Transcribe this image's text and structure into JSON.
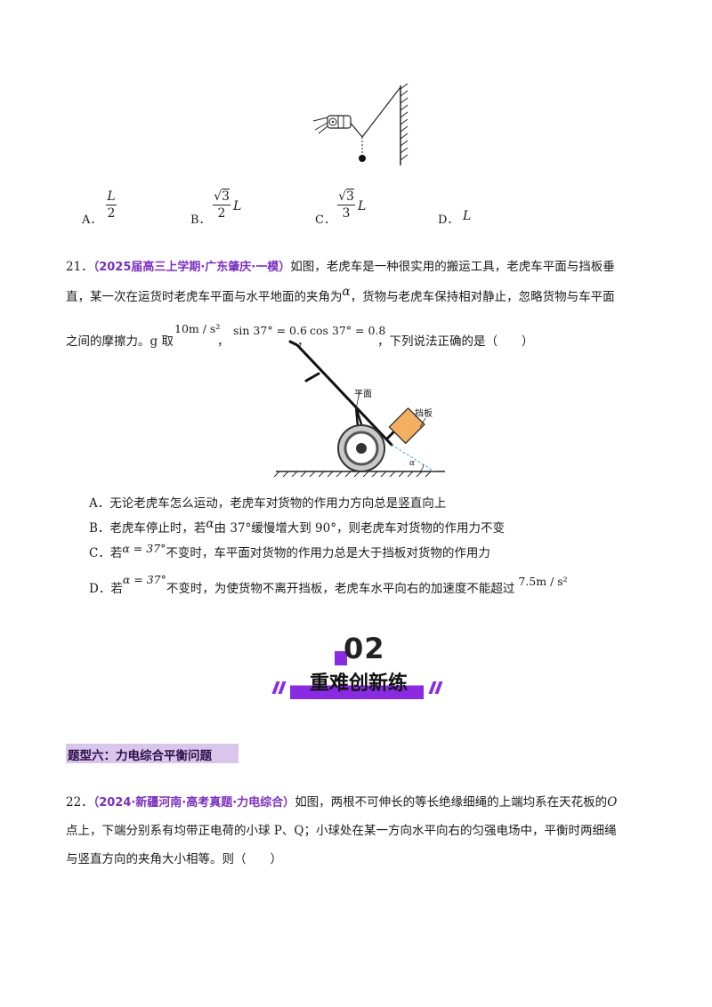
{
  "q20_options": [
    {
      "label": "A．",
      "num": "L",
      "den": "2",
      "tail": ""
    },
    {
      "label": "B．",
      "num": "3",
      "den": "2",
      "tail": "L"
    },
    {
      "label": "C．",
      "num": "3",
      "den": "3",
      "tail": "L"
    },
    {
      "label": "D．",
      "num": "",
      "den": "",
      "tail": "L"
    }
  ],
  "q21": {
    "number": "21．",
    "source": "（2025届高三上学期·广东肇庆·一模）",
    "line1": "如图，老虎车是一种很实用的搬运工具，老虎车平面与挡板垂",
    "line2a": "直，某一次在运货时老虎车平面与水平地面的夹角为",
    "alpha": "α",
    "line2b": "，货物与老虎车保持相对静止，忽略货物与车平面",
    "line3a": "之间的摩擦力。g 取",
    "g_value": "10m / s²",
    "sin": "sin 37° = 0.6",
    "cos": "cos 37° = 0.8",
    "line3b": "，下列说法正确的是（　　）",
    "figure_labels": {
      "plane": "平面",
      "board": "挡板",
      "angle": "α"
    },
    "choices": {
      "A": "A．无论老虎车怎么运动，老虎车对货物的作用力方向总是竖直向上",
      "B_pre": "B．老虎车停止时，若",
      "B_post": "由 37°缓慢增大到 90°，则老虎车对货物的作用力不变",
      "C_pre": "C．若",
      "C_math": "α = 37°",
      "C_post": "不变时，车平面对货物的作用力总是大于挡板对货物的作用力",
      "D_pre": "D．若",
      "D_math": "α = 37°",
      "D_post": "不变时，为使货物不离开挡板，老虎车水平向右的加速度不能超过",
      "D_value": "7.5m / s²"
    }
  },
  "section": {
    "number": "02",
    "title": "重难创新练"
  },
  "topic": "题型六：力电综合平衡问题",
  "q22": {
    "number": "22．",
    "source": "（2024·新疆河南·高考真题·力电综合）",
    "line1a": "如图，两根不可伸长的等长绝缘细绳的上端均系在天花板的",
    "O": "O",
    "line2": "点上，下端分别系有均带正电荷的小球 P、Q；小球处在某一方向水平向右的匀强电场中，平衡时两细绳",
    "line3": "与竖直方向的夹角大小相等。则（　　）"
  }
}
